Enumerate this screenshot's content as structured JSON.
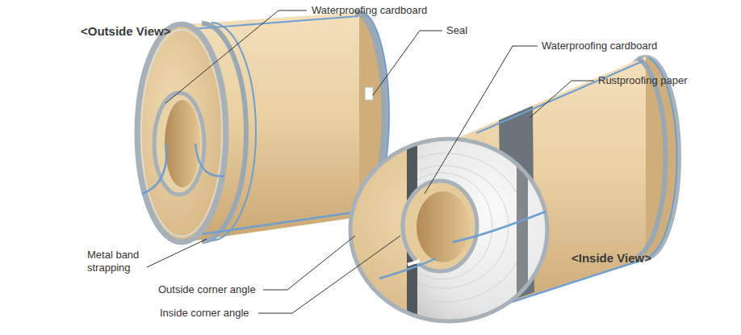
{
  "diagram": {
    "labels": [
      "<Outside View>",
      "Waterproofing cardboard",
      "Seal",
      "Waterproofing cardboard",
      "Rustproofing paper",
      "Metal band strapping",
      "Outside corner angle",
      "Inside corner angle",
      "<Inside View>"
    ]
  }
}
